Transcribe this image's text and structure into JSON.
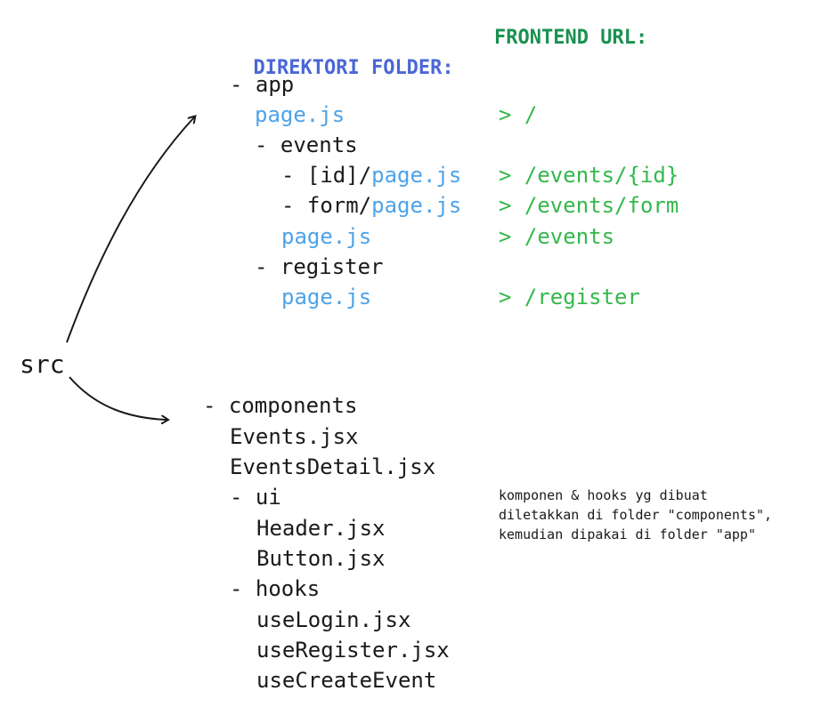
{
  "headers": {
    "folder_directory": "DIREKTORI FOLDER:",
    "frontend_url": "FRONTEND URL:"
  },
  "root": "src",
  "app_tree": {
    "app_label": "- app",
    "app_page": "page.js",
    "events_label": "- events",
    "events_id_prefix": "- [id]/",
    "events_id_file": "page.js",
    "events_form_prefix": "- form/",
    "events_form_file": "page.js",
    "events_page": "page.js",
    "register_label": "- register",
    "register_page": "page.js"
  },
  "urls": {
    "root": "> /",
    "event_detail": "> /events/{id}",
    "event_form": "> /events/form",
    "events": "> /events",
    "register": "> /register"
  },
  "components_tree": {
    "components_label": "- components",
    "events_file": "Events.jsx",
    "events_detail_file": "EventsDetail.jsx",
    "ui_label": "- ui",
    "header_file": "Header.jsx",
    "button_file": "Button.jsx",
    "hooks_label": "- hooks",
    "use_login_file": "useLogin.jsx",
    "use_register_file": "useRegister.jsx",
    "use_create_event_file": "useCreateEvent"
  },
  "note": {
    "line1": "komponen & hooks yg dibuat",
    "line2": "diletakkan di folder \"components\",",
    "line3": "kemudian dipakai di folder \"app\""
  },
  "colors": {
    "header_folder": "#4a67d6",
    "header_url": "#1a9150",
    "file_blue": "#4ea3e8",
    "url_green": "#34b84c",
    "text": "#1a1a1a"
  }
}
